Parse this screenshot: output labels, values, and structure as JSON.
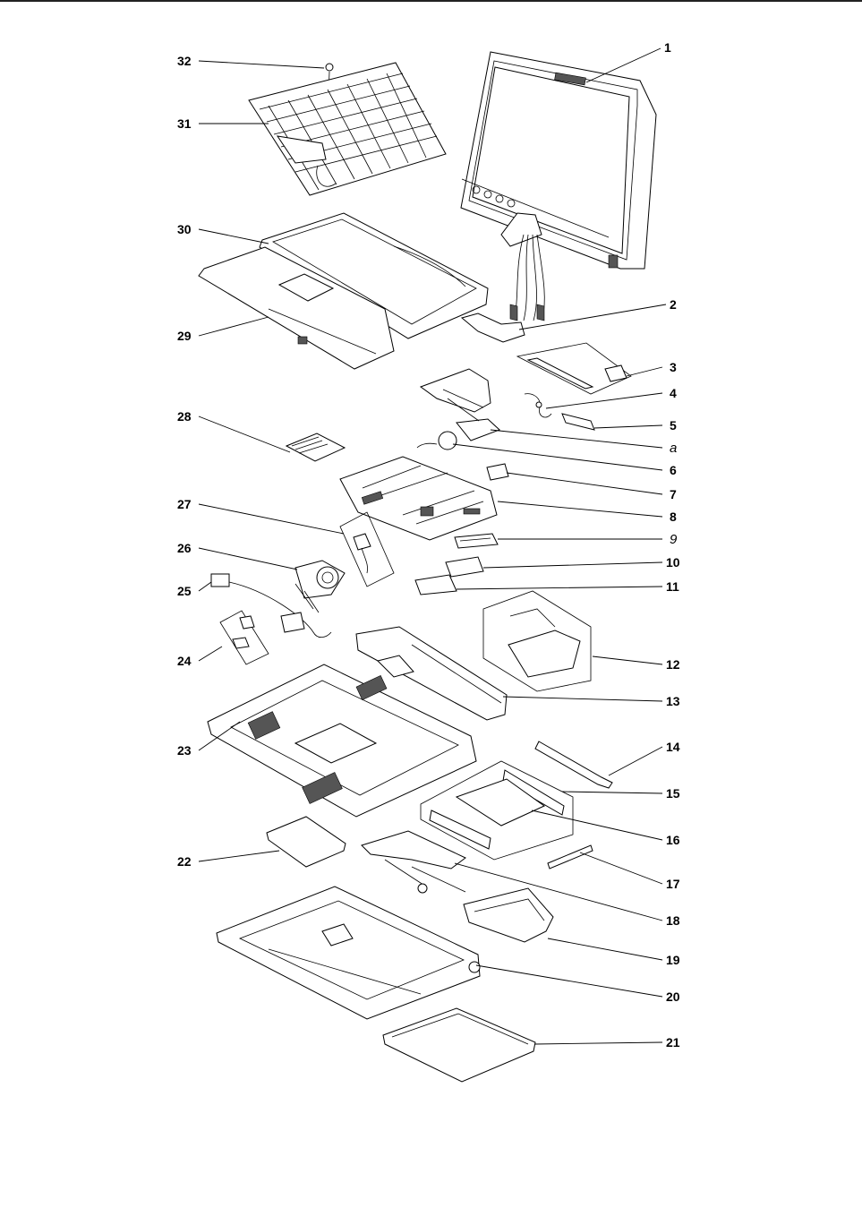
{
  "callouts": [
    {
      "id": "1",
      "text": "1"
    },
    {
      "id": "2",
      "text": "2"
    },
    {
      "id": "3",
      "text": "3"
    },
    {
      "id": "4",
      "text": "4"
    },
    {
      "id": "5",
      "text": "5"
    },
    {
      "id": "a",
      "text": "a"
    },
    {
      "id": "6",
      "text": "6"
    },
    {
      "id": "7",
      "text": "7"
    },
    {
      "id": "8",
      "text": "8"
    },
    {
      "id": "9",
      "text": "9"
    },
    {
      "id": "10",
      "text": "10"
    },
    {
      "id": "11",
      "text": "11"
    },
    {
      "id": "12",
      "text": "12"
    },
    {
      "id": "13",
      "text": "13"
    },
    {
      "id": "14",
      "text": "14"
    },
    {
      "id": "15",
      "text": "15"
    },
    {
      "id": "16",
      "text": "16"
    },
    {
      "id": "17",
      "text": "17"
    },
    {
      "id": "18",
      "text": "18"
    },
    {
      "id": "19",
      "text": "19"
    },
    {
      "id": "20",
      "text": "20"
    },
    {
      "id": "21",
      "text": "21"
    },
    {
      "id": "22",
      "text": "22"
    },
    {
      "id": "23",
      "text": "23"
    },
    {
      "id": "24",
      "text": "24"
    },
    {
      "id": "25",
      "text": "25"
    },
    {
      "id": "26",
      "text": "26"
    },
    {
      "id": "27",
      "text": "27"
    },
    {
      "id": "28",
      "text": "28"
    },
    {
      "id": "29",
      "text": "29"
    },
    {
      "id": "30",
      "text": "30"
    },
    {
      "id": "31",
      "text": "31"
    },
    {
      "id": "32",
      "text": "32"
    }
  ],
  "colors": {
    "line": "#000000",
    "shade": "#555555",
    "background": "#ffffff"
  }
}
